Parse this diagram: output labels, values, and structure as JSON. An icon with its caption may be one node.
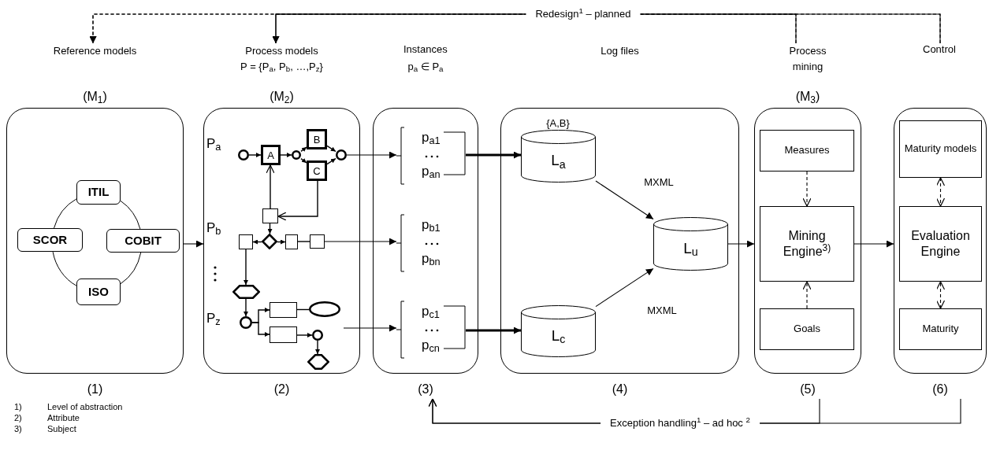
{
  "diagram": {
    "nodes": [
      {
        "text": [
          "Reference models",
          "(M$_{1}$)"
        ],
        "beside": [
          "(1)"
        ]
      },
      {
        "text": [
          "ITIL"
        ],
        "in": 0
      },
      {
        "text": [
          "SCOR"
        ],
        "in": 0
      },
      {
        "text": [
          "COBIT"
        ],
        "in": 0
      },
      {
        "text": [
          "ISO"
        ],
        "in": 0
      },
      {
        "text": [
          "Process models",
          "P = {P$_{a}$, P$_{b}$, …,P$_{z}$}",
          "(M$_{2}$)"
        ],
        "beside": [
          "(2)"
        ]
      },
      {
        "text": [
          "p$_{a}$ ∈ P$_{a}$"
        ],
        "beside": [
          "(3)"
        ]
      },
      {
        "text": [
          "p$_{a1}$",
          "p$_{an}$"
        ],
        "in": 6
      },
      {
        "text": [
          "p$_{b1}$",
          "p$_{bn}$"
        ],
        "in": 6
      },
      {
        "text": [
          "p$_{c1}$",
          "p$_{cn}$"
        ],
        "in": 6
      },
      {
        "text": [
          "Log files"
        ],
        "beside": [
          "(4)"
        ]
      },
      {
        "text": [
          "L$_{a}$"
        ],
        "beside": [
          "{A,B}"
        ],
        "in": 10
      },
      {
        "text": [
          "L$_{u}$"
        ],
        "in": 10
      },
      {
        "text": [
          "L$_{c}$"
        ],
        "in": 10
      },
      {
        "text": [
          "Process mining",
          "(M$_{3}$)"
        ],
        "beside": [
          "(5)"
        ]
      },
      {
        "text": [
          "Measures"
        ],
        "in": 14
      },
      {
        "text": [
          "Mining Engine$^{3)}$"
        ],
        "in": 14
      },
      {
        "text": [
          "Goals"
        ],
        "in": 14
      },
      {
        "text": [],
        "shape": "box",
        "beside": [
          "(6)"
        ]
      },
      {
        "text": [
          "Maturity models"
        ],
        "in": 18
      },
      {
        "text": [
          "Evaluation Engine"
        ],
        "in": 18
      },
      {
        "text": [
          "Maturity"
        ],
        "in": 18
      },
      {
        "text": [],
        "shape": "circle",
        "in": 5
      },
      {
        "text": [
          "A"
        ],
        "in": 5
      },
      {
        "text": [],
        "shape": "circle",
        "in": 5
      },
      {
        "text": [
          "B"
        ],
        "in": 5
      },
      {
        "text": [
          "C"
        ],
        "in": 5
      },
      {
        "text": [],
        "shape": "circle",
        "in": 5
      },
      {
        "text": [],
        "shape": "box",
        "in": 5
      },
      {
        "text": [],
        "shape": "box",
        "in": 5
      },
      {
        "text": [],
        "shape": "diamond",
        "in": 5
      },
      {
        "text": [],
        "shape": "box",
        "in": 5
      },
      {
        "text": [],
        "shape": "box",
        "in": 5
      },
      {
        "text": [],
        "shape": "hexagon",
        "in": 5
      },
      {
        "text": [],
        "shape": "circle",
        "in": 5
      },
      {
        "text": [],
        "shape": "box",
        "in": 5
      },
      {
        "text": [],
        "shape": "box",
        "in": 5
      },
      {
        "text": [],
        "shape": "ellipse",
        "in": 5
      },
      {
        "text": [],
        "shape": "circle",
        "in": 5
      },
      {
        "text": [],
        "shape": "hexagon",
        "in": 5
      }
    ],
    "edges": [
      {
        "from": 18,
        "to": 5,
        "arrow": "to",
        "label": "Redesign$^{1}$ – planned"
      },
      {
        "from": 18,
        "to": 0,
        "arrow": "to",
        "style": "dashed"
      },
      {
        "from": 14,
        "to": 5,
        "arrow": "to"
      },
      {
        "from": 14,
        "to": 0,
        "arrow": "to",
        "style": "dashed"
      },
      {
        "from": 14,
        "to": 6,
        "arrow": "to",
        "label": "Exception handling$^{1}$ – ad hoc $^{2}$"
      },
      {
        "from": 18,
        "to": 6,
        "arrow": "to"
      },
      {
        "from": 0,
        "to": 5,
        "arrow": "to"
      },
      {
        "from": 27,
        "to": 7,
        "arrow": "to"
      },
      {
        "from": 32,
        "to": 8,
        "arrow": "to"
      },
      {
        "from": null,
        "to": 9,
        "arrow": "to"
      },
      {
        "from": 7,
        "to": 11,
        "arrow": "to",
        "style": "thick"
      },
      {
        "from": 9,
        "to": 13,
        "arrow": "to",
        "style": "thick"
      },
      {
        "from": 11,
        "to": 12,
        "arrow": "to",
        "label": "MXML"
      },
      {
        "from": 13,
        "to": 12,
        "arrow": "to",
        "label": "MXML"
      },
      {
        "from": 12,
        "to": 14,
        "arrow": "to"
      },
      {
        "from": 15,
        "to": 16,
        "arrow": "to",
        "style": "dashed"
      },
      {
        "from": 17,
        "to": 16,
        "arrow": "to",
        "style": "dashed"
      },
      {
        "from": 16,
        "to": 18,
        "arrow": "to"
      },
      {
        "from": 19,
        "to": 20,
        "arrow": "both",
        "style": "dashed"
      },
      {
        "from": 21,
        "to": 20,
        "arrow": "both",
        "style": "dashed"
      },
      {
        "from": 22,
        "to": 23,
        "arrow": "to"
      },
      {
        "from": 23,
        "to": 24,
        "arrow": "to"
      },
      {
        "from": 24,
        "to": 25,
        "arrow": "to"
      },
      {
        "from": 24,
        "to": 26,
        "arrow": "to"
      },
      {
        "from": 25,
        "to": 27,
        "arrow": "to"
      },
      {
        "from": 26,
        "to": 27,
        "arrow": "to"
      },
      {
        "from": 26,
        "to": 28,
        "arrow": "to"
      },
      {
        "from": 28,
        "to": 23,
        "arrow": "to"
      },
      {
        "from": 28,
        "to": 30,
        "arrow": "to"
      },
      {
        "from": 30,
        "to": 29,
        "arrow": "to"
      },
      {
        "from": 30,
        "to": 31,
        "arrow": "to"
      },
      {
        "from": 31,
        "to": 32,
        "arrow": "none"
      },
      {
        "from": 29,
        "to": 33,
        "arrow": "to"
      },
      {
        "from": 33,
        "to": 34,
        "arrow": "to"
      },
      {
        "from": 34,
        "to": 35,
        "arrow": "to"
      },
      {
        "from": 34,
        "to": 36,
        "arrow": "to"
      },
      {
        "from": 35,
        "to": 37,
        "arrow": "none"
      },
      {
        "from": 36,
        "to": 38,
        "arrow": "to"
      },
      {
        "from": 38,
        "to": 39,
        "arrow": "to"
      },
      {
        "from": 1,
        "to": 3,
        "arrow": "none"
      },
      {
        "from": 3,
        "to": 4,
        "arrow": "none"
      },
      {
        "from": 4,
        "to": 2,
        "arrow": "none"
      },
      {
        "from": 2,
        "to": 1,
        "arrow": "none"
      }
    ],
    "labels": [
      "Instances",
      "Control",
      "P$_{a}$",
      "P$_{b}$",
      "P$_{z}$",
      "1)",
      "Level of abstraction",
      "2)",
      "Attribute",
      "3)",
      "Subject"
    ]
  }
}
